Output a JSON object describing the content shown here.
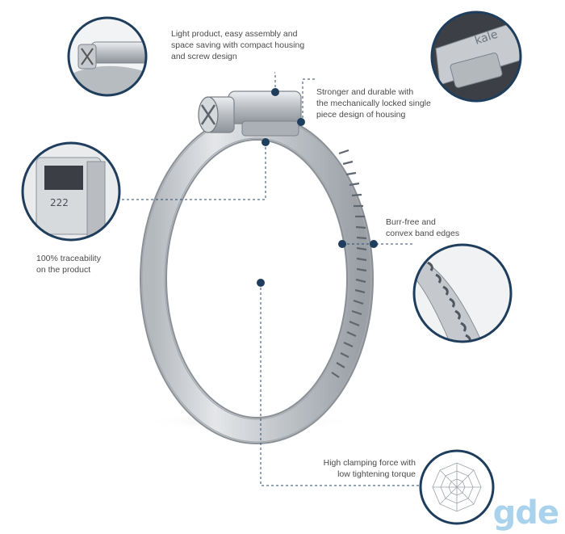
{
  "colors": {
    "accent": "#1f3d5c",
    "dash": "#2a4a6e",
    "metal": "#c9ccd0",
    "metal_dark": "#8f959c",
    "text": "#4a4a4a",
    "watermark": "#a9d2ec"
  },
  "callouts": [
    {
      "id": "housing",
      "icon": "screw-housing-detail-icon",
      "lines": [
        "Light product, easy assembly and",
        "space saving with compact housing",
        "and screw design"
      ]
    },
    {
      "id": "locked",
      "icon": "locked-housing-detail-icon",
      "lines": [
        "Stronger and durable with",
        "the mechanically locked single",
        "piece design of housing"
      ]
    },
    {
      "id": "traceability",
      "icon": "traceability-stamp-icon",
      "lines": [
        "100% traceability",
        "on the product"
      ]
    },
    {
      "id": "edges",
      "icon": "band-edge-detail-icon",
      "lines": [
        "Burr-free and",
        "convex band edges"
      ]
    },
    {
      "id": "clamping",
      "icon": "radar-chart-icon",
      "lines": [
        "High clamping force with",
        "low tightening torque"
      ]
    }
  ],
  "stamp_code": "222",
  "brand_mark": "kale",
  "watermark": "gde"
}
